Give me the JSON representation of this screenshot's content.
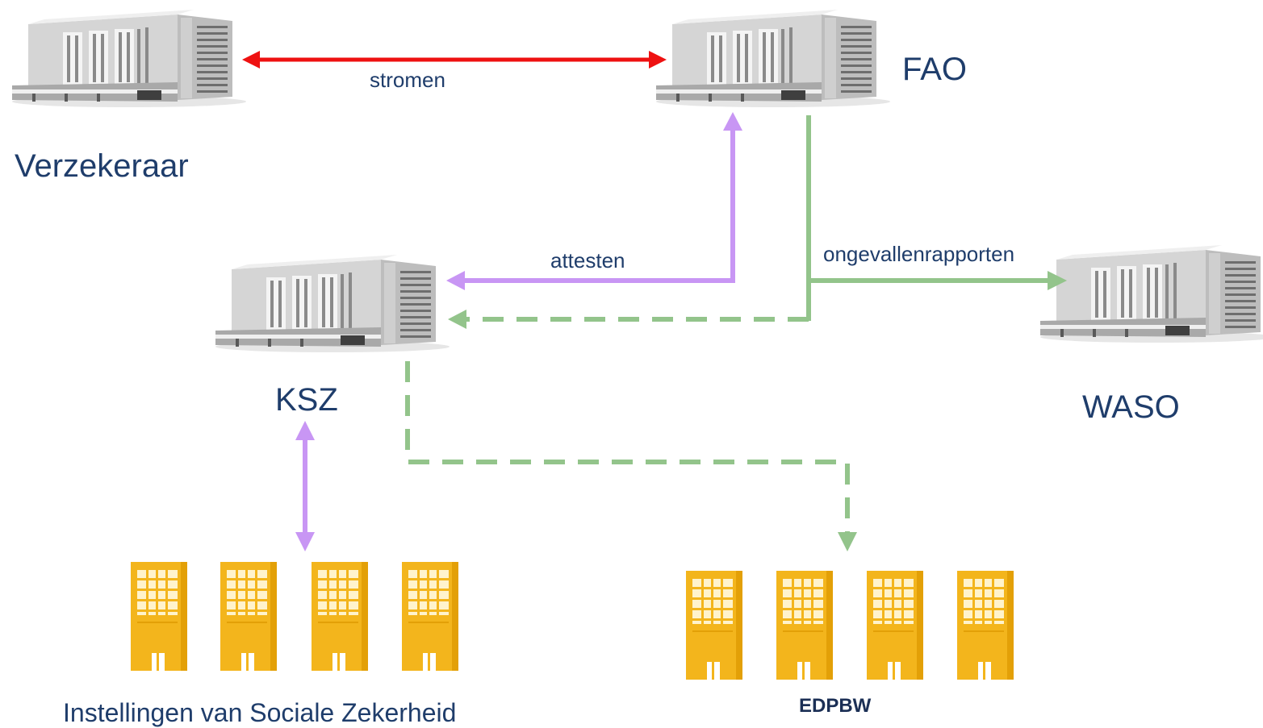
{
  "nodes": {
    "verzekeraar": "Verzekeraar",
    "fao": "FAO",
    "ksz": "KSZ",
    "waso": "WASO",
    "instellingen": "Instellingen van Sociale Zekerheid",
    "edpbw": "EDPBW"
  },
  "edges": {
    "stromen": "stromen",
    "attesten": "attesten",
    "ongevallenrapporten": "ongevallenrapporten"
  },
  "colors": {
    "stromen": "#ee1111",
    "attesten": "#c896f4",
    "ongevallen": "#93c48b",
    "small_building": "#f3b51c",
    "text": "#1f3d6b"
  }
}
